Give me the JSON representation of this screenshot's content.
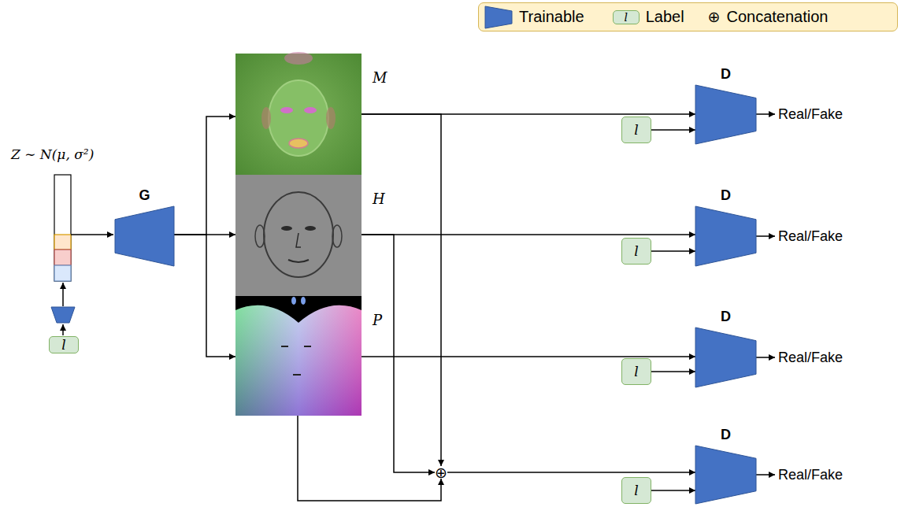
{
  "diagram": {
    "nodes": [
      {
        "text": [
          "l"
        ]
      },
      {
        "text": [
          "G"
        ]
      },
      {
        "text": [
          "M"
        ]
      },
      {
        "text": [
          "H"
        ]
      },
      {
        "text": [
          "P"
        ]
      },
      {
        "text": [
          "⊕"
        ]
      },
      {
        "text": [
          "l"
        ]
      },
      {
        "text": [
          "D"
        ]
      },
      {
        "text": [
          "l"
        ]
      },
      {
        "text": [
          "D"
        ]
      },
      {
        "text": [
          "l"
        ]
      },
      {
        "text": [
          "D"
        ]
      },
      {
        "text": [
          "l"
        ]
      },
      {
        "text": [
          "D"
        ]
      }
    ],
    "edges": [
      {
        "from": 1,
        "to": 2,
        "arrow": "to"
      },
      {
        "from": 1,
        "to": 3,
        "arrow": "to"
      },
      {
        "from": 1,
        "to": 4,
        "arrow": "to"
      },
      {
        "from": 2,
        "to": 7,
        "arrow": "to"
      },
      {
        "from": 6,
        "to": 7,
        "arrow": "to"
      },
      {
        "from": 3,
        "to": 9,
        "arrow": "to"
      },
      {
        "from": 8,
        "to": 9,
        "arrow": "to"
      },
      {
        "from": 4,
        "to": 11,
        "arrow": "to"
      },
      {
        "from": 10,
        "to": 11,
        "arrow": "to"
      },
      {
        "from": 2,
        "to": 5,
        "arrow": "to"
      },
      {
        "from": 3,
        "to": 5,
        "arrow": "to"
      },
      {
        "from": 4,
        "to": 5,
        "arrow": "to"
      },
      {
        "from": 5,
        "to": 13,
        "arrow": "to"
      },
      {
        "from": 12,
        "to": 13,
        "arrow": "to"
      }
    ],
    "labels": [
      "l",
      "⊕",
      "Z ∼ N(μ, σ²)",
      "Real/Fake",
      "Real/Fake",
      "Real/Fake",
      "Real/Fake"
    ],
    "legend": [
      {
        "text": "Trainable"
      },
      {
        "text": "Label"
      },
      {
        "text": "Concatenation"
      }
    ]
  }
}
